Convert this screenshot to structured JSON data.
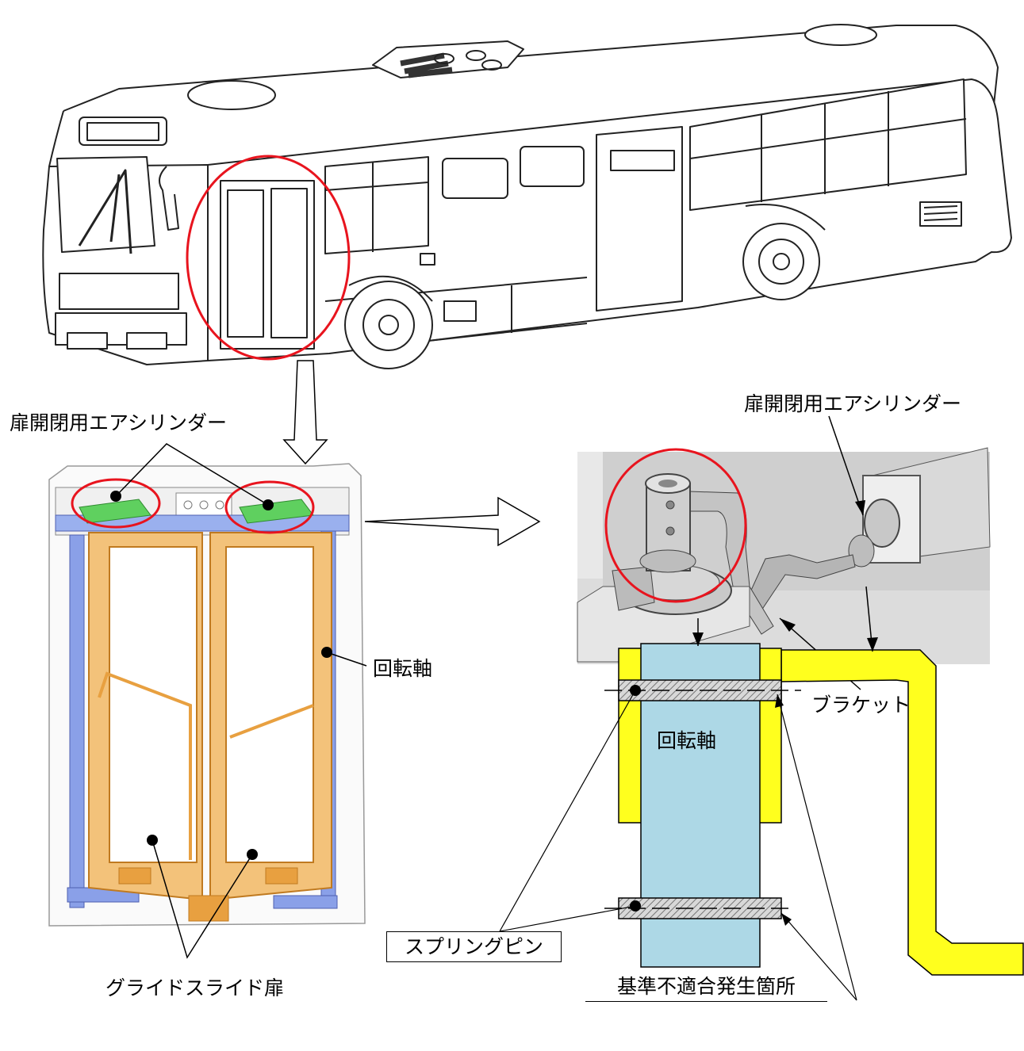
{
  "labels": {
    "cylinder_left": "扉開閉用エアシリンダー",
    "cylinder_right": "扉開閉用エアシリンダー",
    "rotating_shaft_door": "回転軸",
    "glide_door": "グライドスライド扉",
    "bracket": "ブラケット",
    "rotating_shaft_diagram": "回転軸",
    "spring_pin": "スプリングピン",
    "nonconformity": "基準不適合発生箇所"
  },
  "colors": {
    "highlight_circle": "#e8141e",
    "door_frame": "#e8a040",
    "rail": "#8aa0e8",
    "cylinder": "#5fd05f",
    "shaft": "#add8e6",
    "bracket": "#ffff1e",
    "pin": "#c8c8c8",
    "render_bg": "#dcdcdc"
  },
  "icons": [
    "down-arrow-icon",
    "right-arrow-icon"
  ]
}
